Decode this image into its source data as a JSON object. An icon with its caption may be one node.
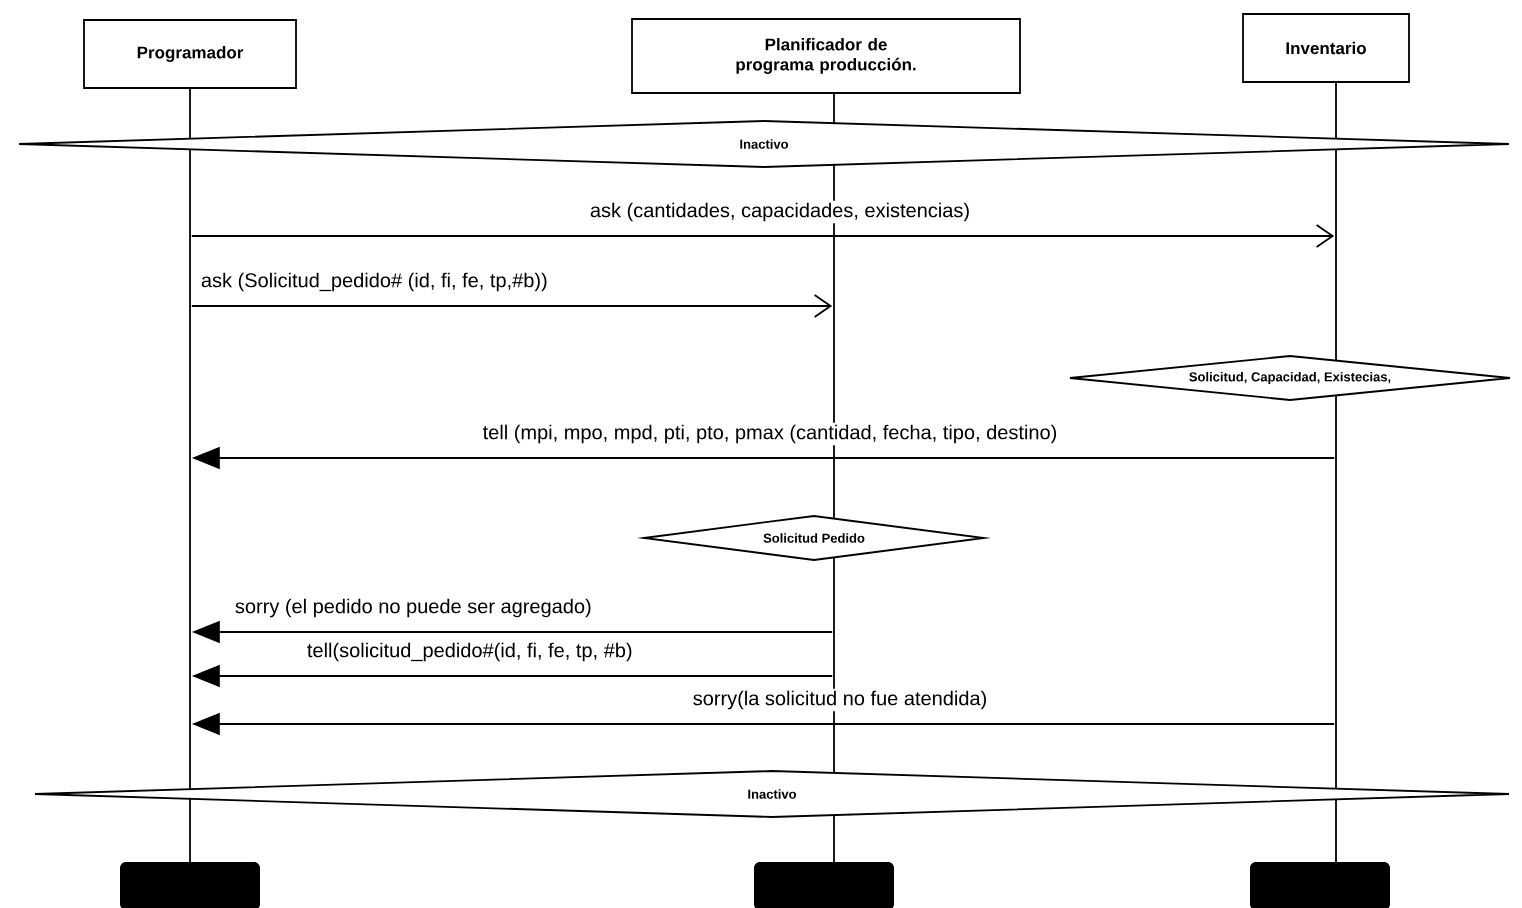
{
  "diagram": {
    "nodes": [
      {
        "text": [
          "Programador"
        ]
      },
      {
        "text": [
          "Planificador de programa producción."
        ]
      },
      {
        "text": [
          "Inventario"
        ]
      },
      {
        "text": [],
        "shape": "line"
      },
      {
        "text": [],
        "shape": "line"
      },
      {
        "text": [],
        "shape": "line"
      },
      {
        "text": [
          "Inactivo"
        ]
      },
      {
        "text": [
          "Solicitud, Capacidad, Existecias,"
        ]
      },
      {
        "text": [
          "Solicitud Pedido"
        ]
      },
      {
        "text": [
          "Inactivo"
        ]
      },
      {
        "text": [],
        "shape": "bar"
      },
      {
        "text": [],
        "shape": "bar"
      },
      {
        "text": [],
        "shape": "bar"
      }
    ],
    "edges": [
      {
        "from": 3,
        "to": 5,
        "arrow": "to",
        "label": "ask (cantidades, capacidades, existencias)"
      },
      {
        "from": 3,
        "to": 4,
        "arrow": "to",
        "label": "ask (Solicitud_pedido# (id, fi, fe, tp,#b))"
      },
      {
        "from": 5,
        "to": 3,
        "arrow": "to",
        "label": "tell (mpi, mpo, mpd, pti, pto, pmax (cantidad, fecha, tipo, destino)"
      },
      {
        "from": 4,
        "to": 3,
        "arrow": "to",
        "label": "sorry (el pedido no puede ser agregado)"
      },
      {
        "from": 4,
        "to": 3,
        "arrow": "to",
        "label": "tell(solicitud_pedido#(id, fi, fe, tp, #b)"
      },
      {
        "from": 5,
        "to": 3,
        "arrow": "to",
        "label": "sorry(la solicitud no fue atendida)"
      }
    ]
  }
}
